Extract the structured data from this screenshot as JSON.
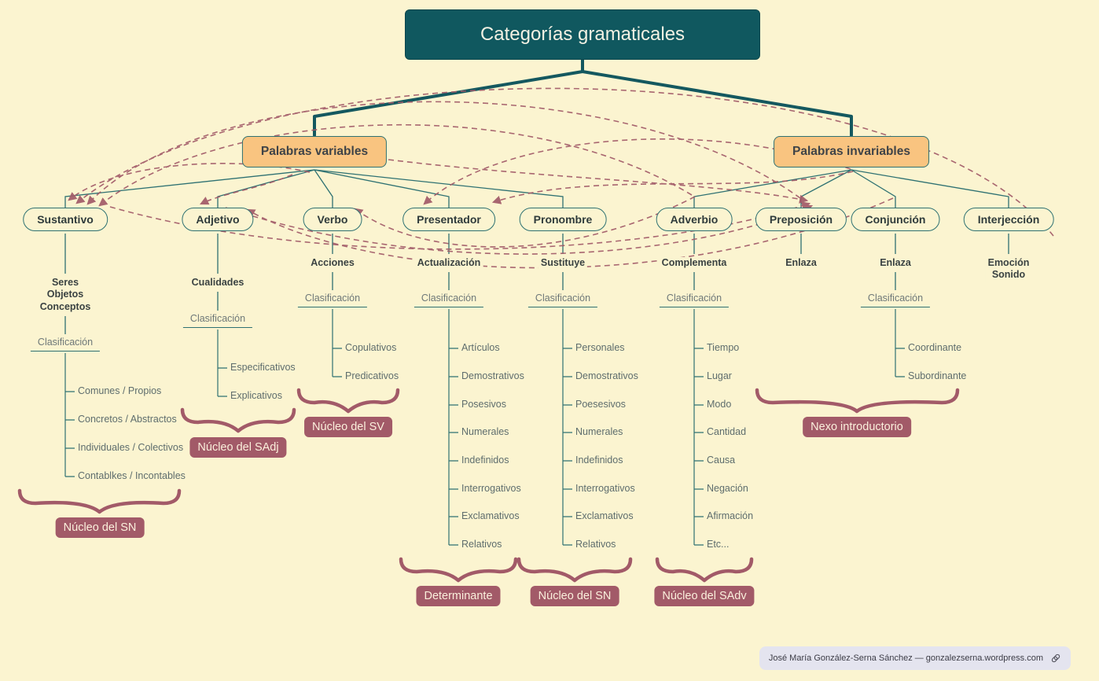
{
  "title": "Categorías gramaticales",
  "branches": [
    {
      "label": "Palabras variables"
    },
    {
      "label": "Palabras invariables"
    }
  ],
  "columns": [
    {
      "name": "Sustantivo",
      "function": "Seres\nObjetos\nConceptos",
      "clasification_label": "Clasificación",
      "items": [
        "Comunes / Propios",
        "Concretos / Abstractos",
        "Individuales / Colectivos",
        "Contablkes / Incontables"
      ],
      "badge": "Núcleo del SN"
    },
    {
      "name": "Adjetivo",
      "function": "Cualidades",
      "clasification_label": "Clasificación",
      "items": [
        "Especificativos",
        "Explicativos"
      ],
      "badge": "Núcleo del SAdj"
    },
    {
      "name": "Verbo",
      "function": "Acciones",
      "clasification_label": "Clasificación",
      "items": [
        "Copulativos",
        "Predicativos"
      ],
      "badge": "Núcleo del SV"
    },
    {
      "name": "Presentador",
      "function": "Actualización",
      "clasification_label": "Clasificación",
      "items": [
        "Artículos",
        "Demostrativos",
        "Posesivos",
        "Numerales",
        "Indefinidos",
        "Interrogativos",
        "Exclamativos",
        "Relativos"
      ],
      "badge": "Determinante"
    },
    {
      "name": "Pronombre",
      "function": "Sustituye",
      "clasification_label": "Clasificación",
      "items": [
        "Personales",
        "Demostrativos",
        "Poesesivos",
        "Numerales",
        "Indefinidos",
        "Interrogativos",
        "Exclamativos",
        "Relativos"
      ],
      "badge": "Núcleo del SN"
    },
    {
      "name": "Adverbio",
      "function": "Complementa",
      "clasification_label": "Clasificación",
      "items": [
        "Tiempo",
        "Lugar",
        "Modo",
        "Cantidad",
        "Causa",
        "Negación",
        "Afirmación",
        "Etc..."
      ],
      "badge": "Núcleo del SAdv"
    },
    {
      "name": "Preposición",
      "function": "Enlaza",
      "items": []
    },
    {
      "name": "Conjunción",
      "function": "Enlaza",
      "clasification_label": "Clasificación",
      "items": [
        "Coordinante",
        "Subordinante"
      ],
      "badge": "Nexo introductorio"
    },
    {
      "name": "Interjección",
      "function": "Emoción\nSonido",
      "items": []
    }
  ],
  "attribution": {
    "text": "José María González-Serna Sánchez — gonzalezserna.wordpress.com",
    "icon": "link-icon"
  },
  "colors": {
    "background": "#FBF4D0",
    "teal_dark": "#10585F",
    "teal_line": "#2E7172",
    "orange": "#F9C480",
    "maroon": "#A25A68"
  }
}
